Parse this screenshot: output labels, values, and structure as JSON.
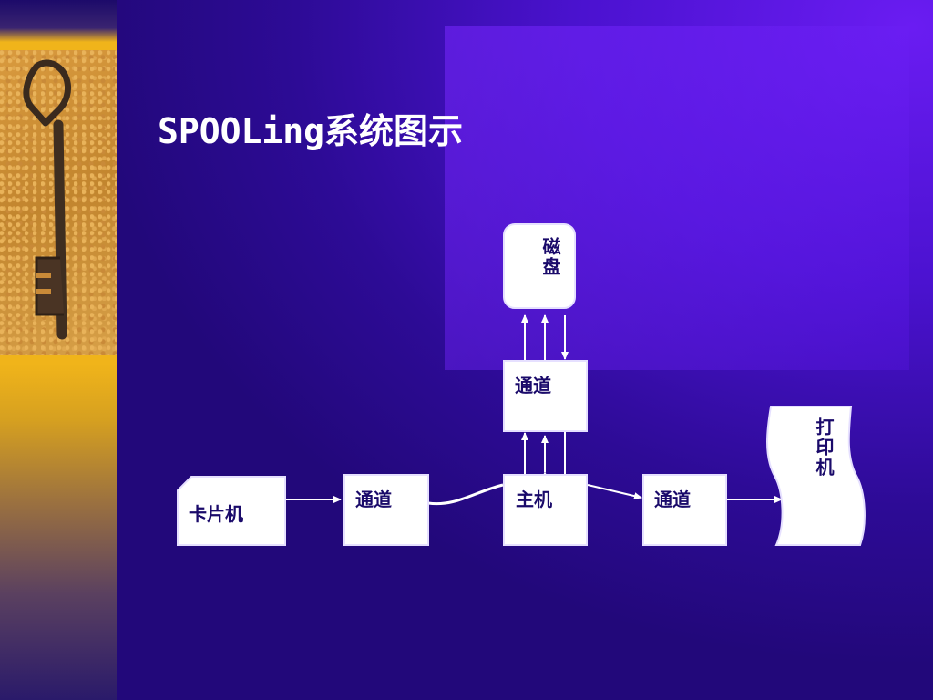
{
  "slide": {
    "title": "SPOOLing系统图示"
  },
  "diagram": {
    "nodes": {
      "card_reader": "卡片机",
      "channel_left": "通道",
      "host": "主机",
      "channel_top": "通道",
      "channel_right": "通道",
      "disk": "磁盘",
      "printer": "打印机"
    }
  },
  "colors": {
    "background_top": "#6a1cf2",
    "background_bottom": "#22087a",
    "side_bar": "#f0b41a",
    "node_fill": "#ffffff",
    "node_text": "#1a0a6a",
    "line": "#ffffff"
  },
  "icons": {
    "decoration": "old-key-icon"
  }
}
